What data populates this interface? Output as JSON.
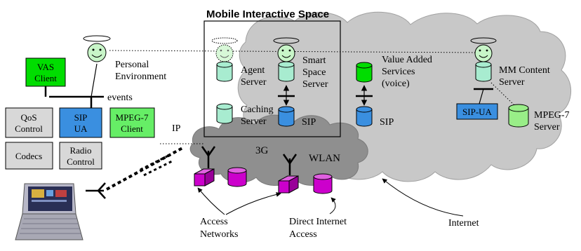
{
  "title": "Mobile Interactive Space",
  "nodes": {
    "vas_client": [
      "VAS",
      "Client"
    ],
    "sip_ua_client": [
      "SIP",
      "UA"
    ],
    "mpeg7_client": [
      "MPEG-7",
      "Client"
    ],
    "qos_control": [
      "QoS",
      "Control"
    ],
    "codecs": "Codecs",
    "radio_control": [
      "Radio",
      "Control"
    ],
    "events": "events",
    "personal_environment": [
      "Personal",
      "Environment"
    ],
    "ip": "IP",
    "agent_server": [
      "Agent",
      "Server"
    ],
    "smart_space_server": [
      "Smart",
      "Space",
      "Server"
    ],
    "caching_server": [
      "Caching",
      "Server"
    ],
    "sip_smart": "SIP",
    "value_added_services": [
      "Value Added",
      "Services",
      "(voice)"
    ],
    "sip_vas": "SIP",
    "mm_content_server": [
      "MM Content",
      "Server"
    ],
    "sip_ua_server": "SIP-UA",
    "mpeg7_server": [
      "MPEG-7",
      "Server"
    ],
    "label_3g": "3G",
    "label_wlan": "WLAN",
    "access_networks": [
      "Access",
      "Networks"
    ],
    "direct_internet_access": [
      "Direct Internet",
      "Access"
    ],
    "internet": "Internet"
  },
  "colors": {
    "cloud": "#c8c8c8",
    "cloud_dark": "#8f8f8f",
    "light_green": "#ccffcc",
    "mint": "#a8ecd0",
    "bright_green": "#00dd00",
    "sip_blue": "#3a8fe0",
    "light_blue": "#99ccff",
    "purple": "#cc00cc",
    "gray_box": "#d8d8d8",
    "face": "#c8f5c8"
  }
}
